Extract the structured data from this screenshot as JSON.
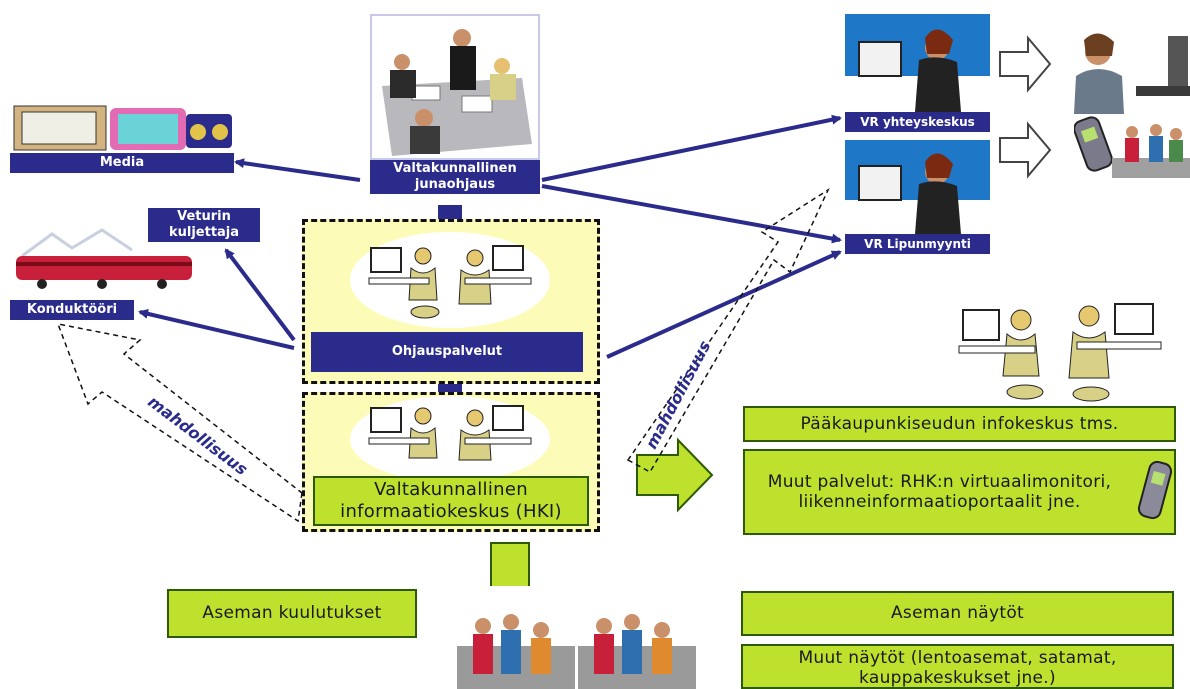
{
  "nodes": {
    "center_top": "Valtakunnallinen junaohjaus",
    "media": "Media",
    "veturin": "Veturin kuljettaja",
    "konduktoori": "Konduktööri",
    "vr_yhteys": "VR yhteyskeskus",
    "vr_lipun": "VR Lipunmyynti",
    "ohjaus": "Ohjauspalvelut",
    "info_center": "Valtakunnallinen informaatiokeskus (HKI)",
    "paakaupunki": "Pääkaupunkiseudun infokeskus tms.",
    "muut_palvelut": "Muut palvelut: RHK:n virtuaalimonitori, liikenneinformaatioportaalit jne.",
    "aseman_kuulutukset": "Aseman kuulutukset",
    "aseman_naytot": "Aseman näytöt",
    "muut_naytot": "Muut näytöt (lentoasemat, satamat, kauppakeskukset jne.)"
  },
  "annotations": {
    "left_dashed": "mahdollisuus",
    "right_dashed": "mahdollisuus"
  },
  "colors": {
    "navy": "#2b2b8c",
    "green": "#bde12d",
    "yellow_panel": "#fdfbb8"
  },
  "icons": [
    "meeting-clipart-icon",
    "media-clipart-icon",
    "train-clipart-icon",
    "call-center-clipart-icon",
    "operator-desk-clipart-icon",
    "mobile-phone-icon",
    "station-passengers-clipart-icon",
    "outline-arrow-icon"
  ]
}
